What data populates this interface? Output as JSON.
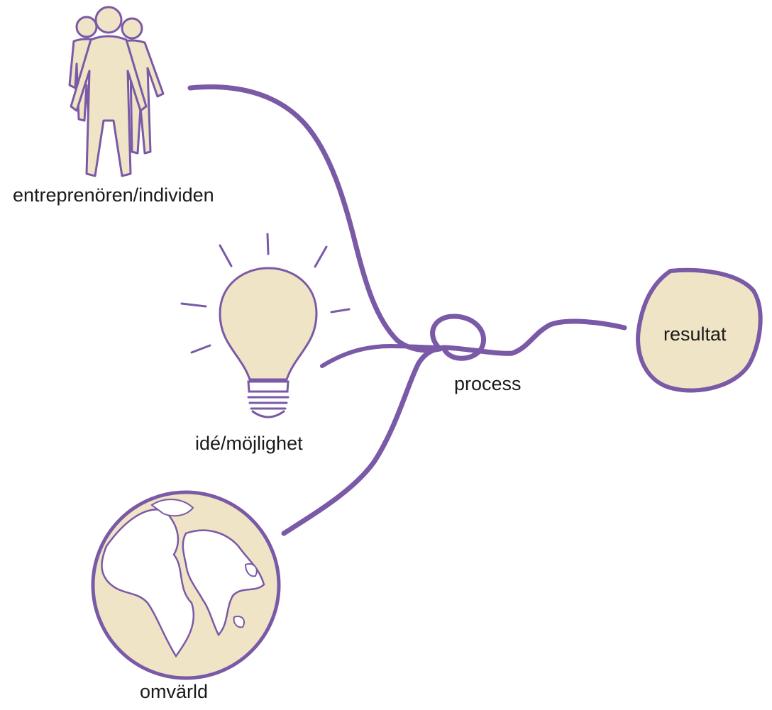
{
  "diagram": {
    "nodes": [
      {
        "id": "individual",
        "label": "entreprenören/individen",
        "icon": "people-icon"
      },
      {
        "id": "idea",
        "label": "idé/möjlighet",
        "icon": "lightbulb-icon"
      },
      {
        "id": "world",
        "label": "omvärld",
        "icon": "globe-icon"
      },
      {
        "id": "process",
        "label": "process",
        "icon": "loop-knot"
      },
      {
        "id": "result",
        "label": "resultat",
        "icon": "blob-shape"
      }
    ],
    "edges": [
      {
        "from": "individual",
        "to": "process"
      },
      {
        "from": "idea",
        "to": "process"
      },
      {
        "from": "world",
        "to": "process"
      },
      {
        "from": "process",
        "to": "result"
      }
    ]
  },
  "colors": {
    "line": "#7a5aa6",
    "fill": "#efe4c6",
    "outline": "#7a5aa6",
    "text": "#1a1a1a"
  }
}
